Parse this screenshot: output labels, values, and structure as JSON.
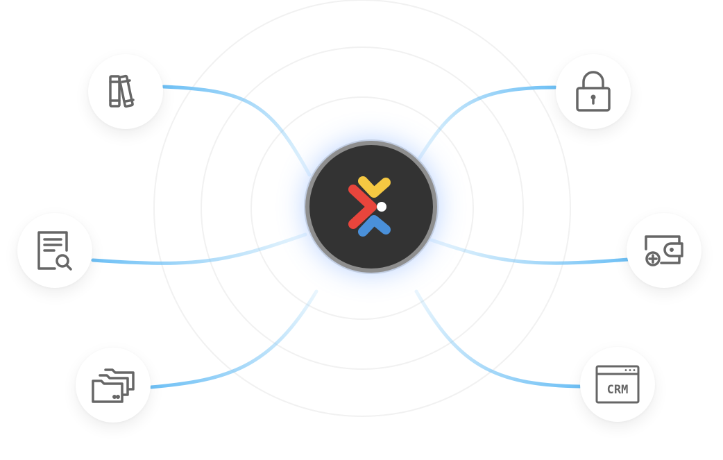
{
  "diagram": {
    "hub": {
      "icon": "logo-mark-icon"
    },
    "nodes": [
      {
        "id": "library",
        "icon": "books-icon"
      },
      {
        "id": "document-search",
        "icon": "document-search-icon"
      },
      {
        "id": "folders",
        "icon": "folders-icon"
      },
      {
        "id": "lock",
        "icon": "lock-icon"
      },
      {
        "id": "wallet",
        "icon": "wallet-add-icon"
      },
      {
        "id": "crm",
        "icon": "crm-window-icon",
        "label": "CRM"
      }
    ]
  },
  "colors": {
    "connector": "#6ec0f5",
    "connector_faded": "#d8eefc",
    "icon_stroke": "#666666",
    "hub_bg": "#333333",
    "hub_ring": "#8e8e8e",
    "logo_red": "#e8453c",
    "logo_yellow": "#f5c842",
    "logo_blue": "#4a90d9"
  }
}
